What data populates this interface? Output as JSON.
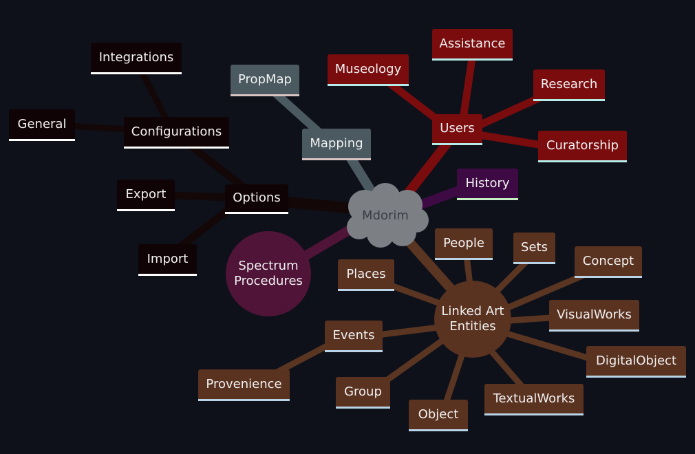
{
  "colors": {
    "background": "#0e111a",
    "options_branch": "#0f0305",
    "options_edge": "#130707",
    "mapping_branch": "#4a5a60",
    "users_branch": "#7a0c0e",
    "history_branch": "#3d0a44",
    "spectrum_branch": "#4f1438",
    "linked_branch": "#5a3220",
    "linked_edge": "#5a3522",
    "root": "#7c7f84"
  },
  "root": {
    "label": "Mdorim"
  },
  "options": {
    "label": "Options",
    "configurations": {
      "label": "Configurations"
    },
    "integrations": {
      "label": "Integrations"
    },
    "general": {
      "label": "General"
    },
    "export": {
      "label": "Export"
    },
    "import": {
      "label": "Import"
    }
  },
  "mapping": {
    "label": "Mapping",
    "propmap": {
      "label": "PropMap"
    }
  },
  "users": {
    "label": "Users",
    "museology": {
      "label": "Museology"
    },
    "assistance": {
      "label": "Assistance"
    },
    "research": {
      "label": "Research"
    },
    "curatorship": {
      "label": "Curatorship"
    }
  },
  "history": {
    "label": "History"
  },
  "spectrum": {
    "line1": "Spectrum",
    "line2": "Procedures"
  },
  "linked_art": {
    "line1": "Linked Art",
    "line2": "Entities",
    "people": {
      "label": "People"
    },
    "sets": {
      "label": "Sets"
    },
    "concept": {
      "label": "Concept"
    },
    "places": {
      "label": "Places"
    },
    "visualworks": {
      "label": "VisualWorks"
    },
    "events": {
      "label": "Events"
    },
    "digitalobject": {
      "label": "DigitalObject"
    },
    "provenience": {
      "label": "Provenience"
    },
    "group": {
      "label": "Group"
    },
    "object": {
      "label": "Object"
    },
    "textualworks": {
      "label": "TextualWorks"
    }
  }
}
